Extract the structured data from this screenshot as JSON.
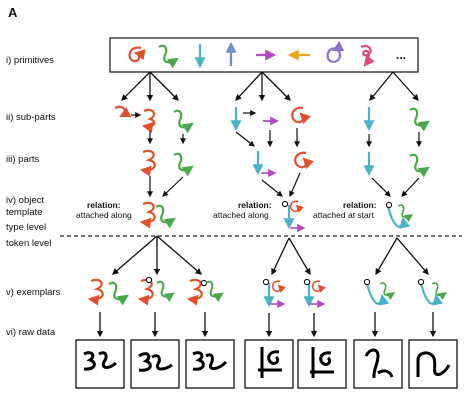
{
  "panel_label": "A",
  "levels": [
    {
      "id": "primitives",
      "label": "i) primitives"
    },
    {
      "id": "sub-parts",
      "label": "ii) sub-parts"
    },
    {
      "id": "parts",
      "label": "iii) parts"
    },
    {
      "id": "object-template",
      "label": "iv) object",
      "label_line2": "template"
    },
    {
      "id": "exemplars",
      "label": "v) exemplars"
    },
    {
      "id": "raw-data",
      "label": "vi) raw data"
    }
  ],
  "type_level_label": "type level",
  "token_level_label": "token level",
  "primitives_ellipsis": "...",
  "relations": [
    {
      "title": "relation:",
      "text": "attached along"
    },
    {
      "title": "relation:",
      "text": "attached along"
    },
    {
      "title": "relation:",
      "text": "attached at start"
    }
  ],
  "colors": {
    "red": "#e0522d",
    "green": "#49a84a",
    "cyan": "#4bb3c6",
    "blue": "#6a8ed0",
    "magenta": "#b64ac6",
    "orange": "#f2a21e",
    "purple": "#8b71c7",
    "pink": "#d84a78",
    "black": "#111111"
  }
}
